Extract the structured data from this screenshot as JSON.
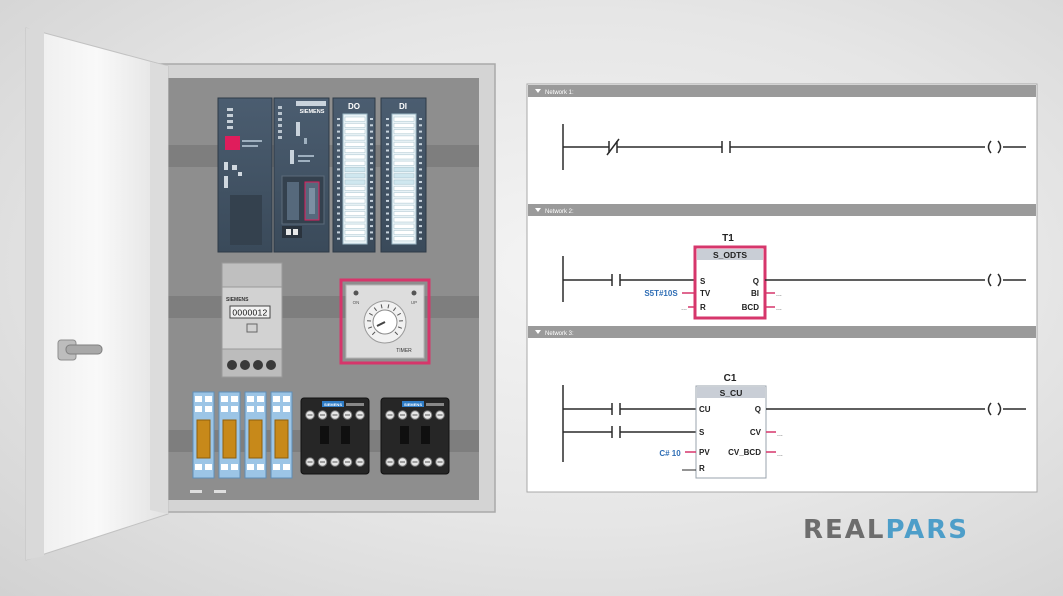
{
  "colors": {
    "highlight": "#d6366b",
    "wire": "#2a2a2a",
    "header_bar": "#9a9a9a",
    "param_blue": "#2f6eb5",
    "brand_gray": "#6d6d6d",
    "brand_blue": "#4d9ec9"
  },
  "cabinet": {
    "cpu_brand": "SIEMENS",
    "do_module_label": "DO",
    "di_module_label": "DI",
    "counter_brand": "SIEMENS",
    "counter_display": "0000012",
    "timer_left_label": "ON",
    "timer_right_label": "UP",
    "timer_caption": "TIMER",
    "contactor_1_brand": "SIEMENS",
    "contactor_2_brand": "SIEMENS"
  },
  "ladder": {
    "networks": [
      {
        "title": "Network 1:"
      },
      {
        "title": "Network 2:",
        "block": {
          "name": "T1",
          "type": "S_ODTS",
          "left_pins": [
            "S",
            "TV",
            "R"
          ],
          "right_pins": [
            "Q",
            "BI",
            "BCD"
          ],
          "tv_param": "S5T#10S",
          "unconnected": "..."
        }
      },
      {
        "title": "Network 3:",
        "block": {
          "name": "C1",
          "type": "S_CU",
          "left_pins": [
            "CU",
            "S",
            "PV",
            "R"
          ],
          "right_pins": [
            "Q",
            "CV",
            "CV_BCD"
          ],
          "pv_param": "C# 10",
          "unconnected": "..."
        }
      }
    ]
  },
  "brand": {
    "part1": "REAL",
    "part2": "PARS"
  }
}
